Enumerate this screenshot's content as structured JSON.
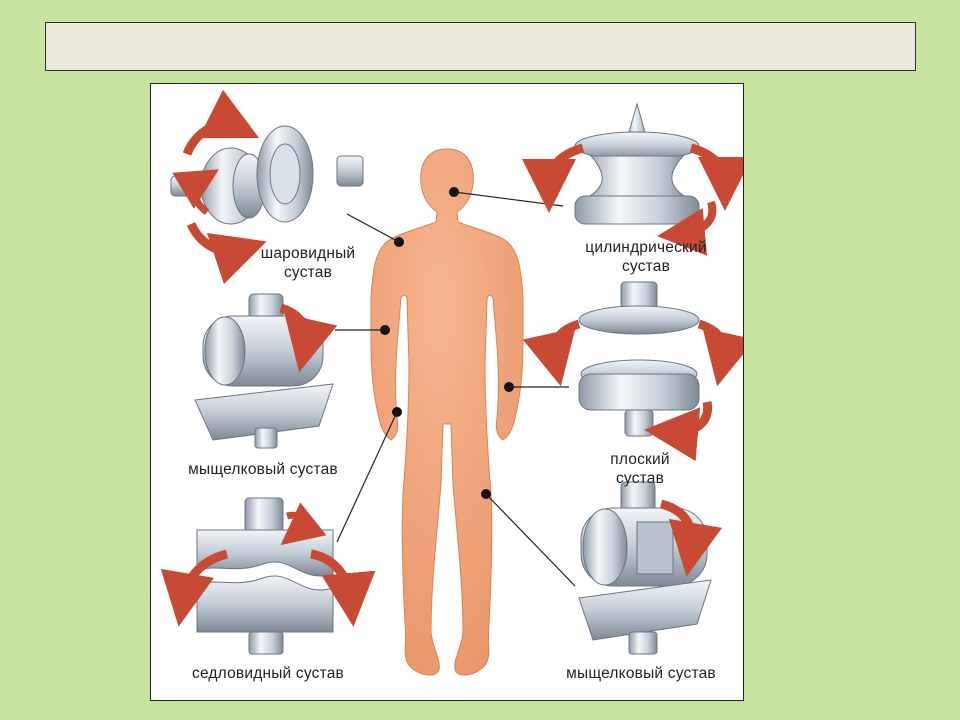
{
  "slide": {
    "title": ""
  },
  "figure": {
    "labels": {
      "ball": [
        "шаровидный",
        "сустав"
      ],
      "cylindrical": [
        "цилиндрический",
        "сустав"
      ],
      "condylar_top": "мыщелковый сустав",
      "flat": [
        "плоский",
        "сустав"
      ],
      "saddle": "седловидный сустав",
      "condylar_bottom": "мыщелковый сустав"
    },
    "colors": {
      "background": "#c6e3a0",
      "title_bar": "#ece9dc",
      "body": "#f2a77f",
      "arrow": "#c94a34",
      "metal": "#c9d3dd"
    }
  }
}
